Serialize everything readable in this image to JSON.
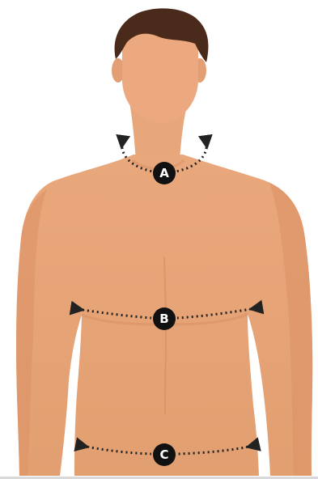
{
  "diagram": {
    "markers": [
      {
        "id": "A"
      },
      {
        "id": "B"
      },
      {
        "id": "C"
      }
    ]
  },
  "colors": {
    "background": "#ffffff",
    "skin": "#e8a77a",
    "skin_shadow": "#d98f62",
    "skin_highlight": "#f0b58b",
    "hair": "#4a2a1a",
    "marker_fill": "#111111",
    "dotted_line": "#222222",
    "bottom_border": "#d9d9d9"
  },
  "icons": {
    "measurement_line": "dotted-arrow-line",
    "marker": "letter-badge"
  }
}
